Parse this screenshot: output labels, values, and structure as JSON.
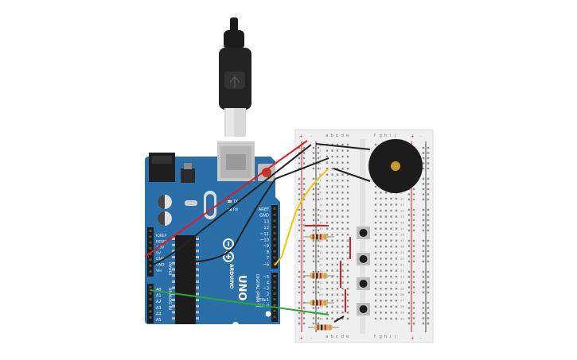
{
  "arduino": {
    "brand": "ARDUINO",
    "model": "UNO",
    "digital_label": "DIGITAL (PWM~)",
    "analog_label": "ANALOG IN",
    "power_label": "POWER",
    "pins_right": [
      "AREF",
      "GND",
      "13",
      "12",
      "~11",
      "~10",
      "~9",
      "8",
      "7",
      "~6",
      "~5",
      "4",
      "~3",
      "2",
      "TX▸1",
      "RX◂0"
    ],
    "pins_power": [
      "IOREF",
      "RESET",
      "3.3V",
      "5V",
      "GND",
      "GND",
      "Vin"
    ],
    "pins_analog": [
      "A0",
      "A1",
      "A2",
      "A3",
      "A4",
      "A5"
    ],
    "led_labels": [
      "TX",
      "RX"
    ]
  },
  "breadboard": {
    "columns_left": [
      "a",
      "b",
      "c",
      "d",
      "e"
    ],
    "columns_right": [
      "f",
      "g",
      "h",
      "i",
      "j"
    ],
    "rail_plus": "+",
    "rail_minus": "-",
    "rows": 30
  },
  "colors": {
    "board": "#2a6fa8",
    "wire_red": "#d81f26",
    "wire_black": "#222222",
    "wire_yellow": "#f2c500",
    "wire_green": "#2aa83a",
    "breadboard": "#eeeeee"
  },
  "components": {
    "buzzer": "buzzer",
    "pushbuttons": 4,
    "resistors": 4,
    "usb_cable": "usb-cable"
  }
}
